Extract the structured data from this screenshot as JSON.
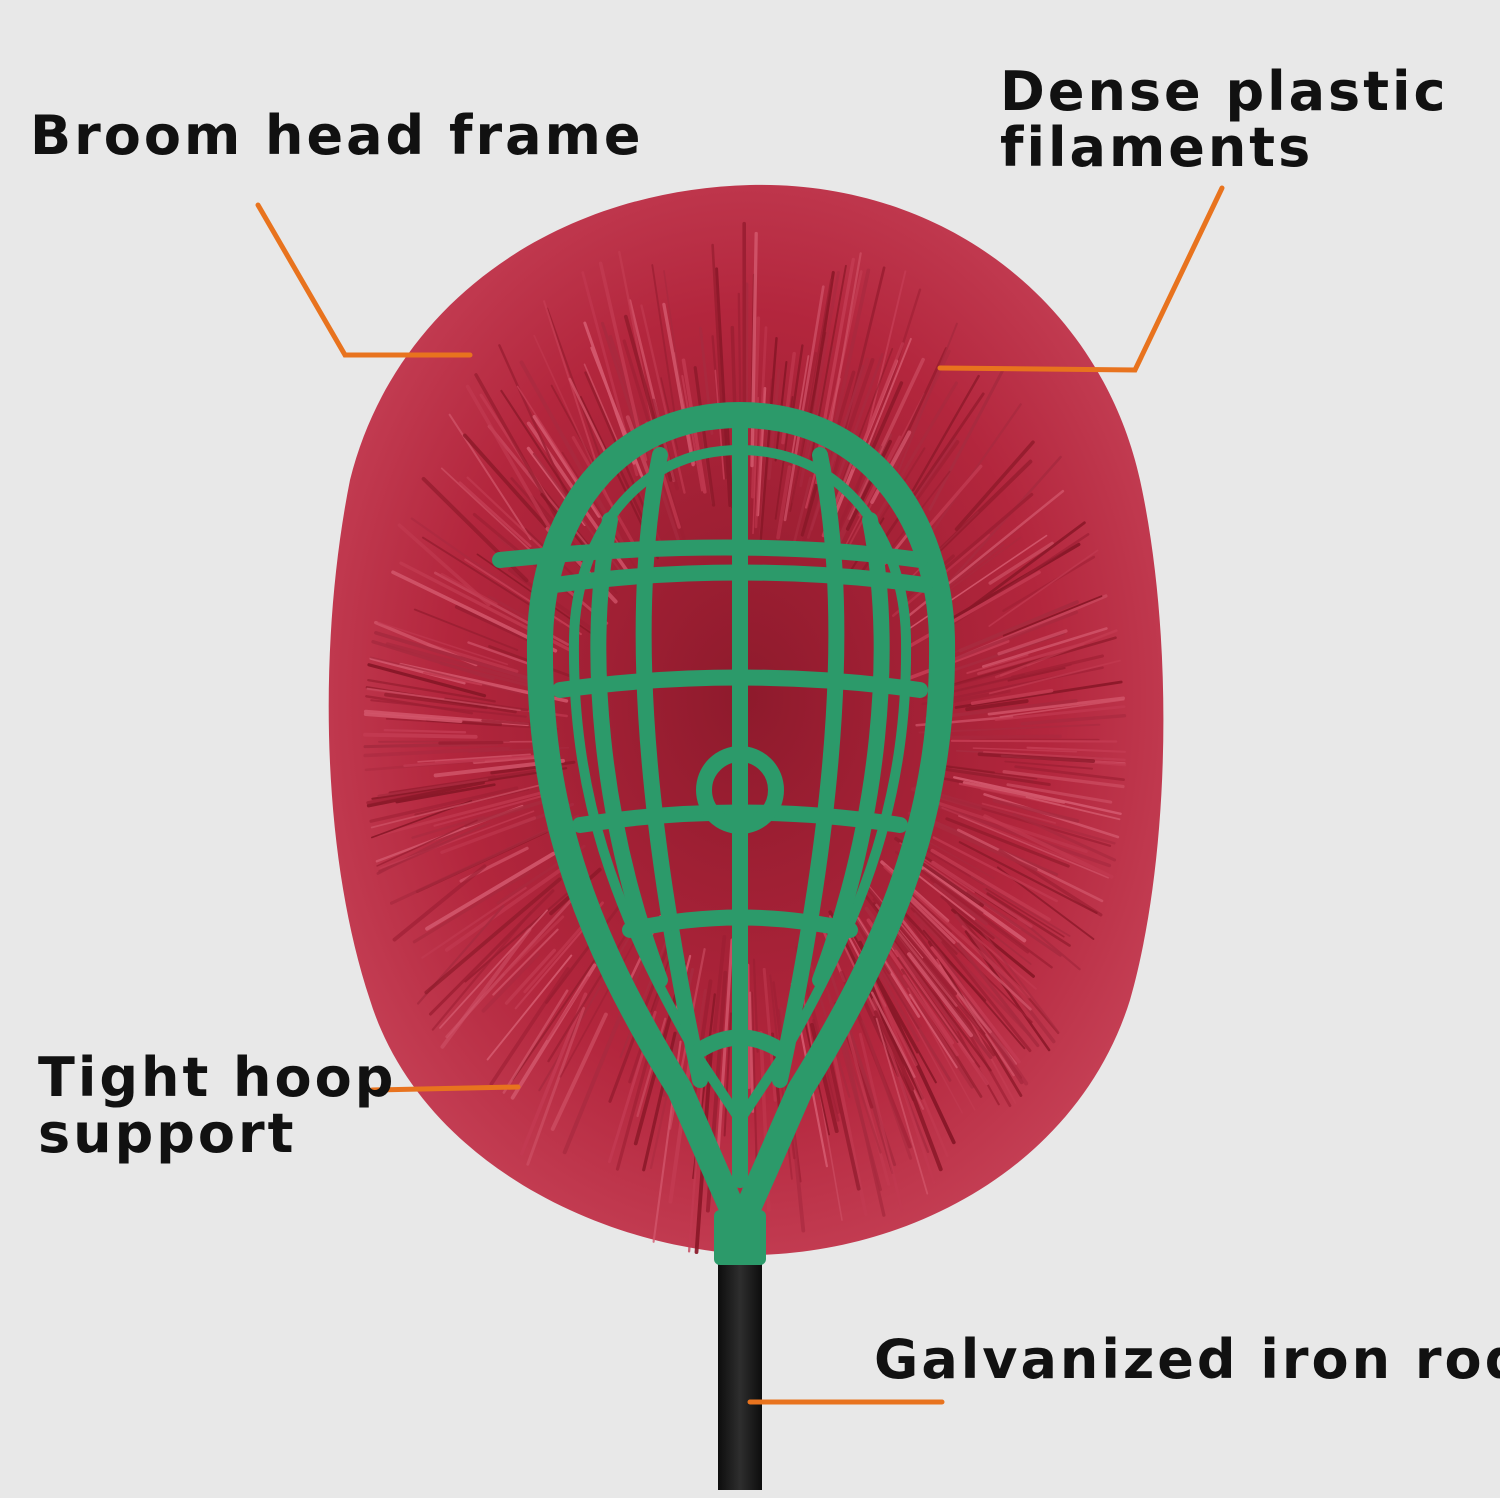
{
  "callouts": {
    "frame": {
      "text": "Broom head frame"
    },
    "filaments": {
      "line1": "Dense plastic",
      "line2": "filaments"
    },
    "hoop": {
      "line1": "Tight hoop",
      "line2": "support"
    },
    "rod": {
      "text": "Galvanized iron rod"
    }
  },
  "colors": {
    "background": "#e8e8e8",
    "filament": "#b3263d",
    "frame": "#2c9a6a",
    "leader_line": "#e8731e",
    "rod": "#1c1c1c"
  }
}
